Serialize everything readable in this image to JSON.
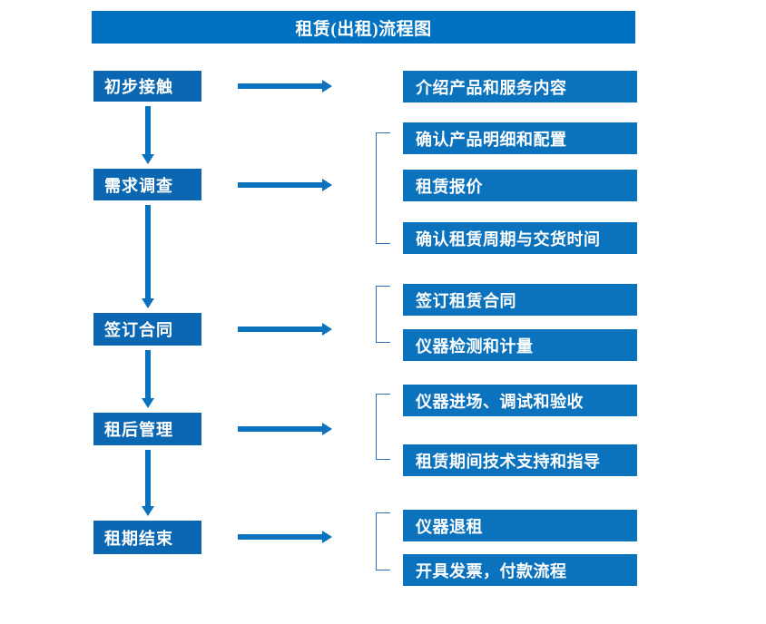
{
  "diagram": {
    "title": "租赁(出租)流程图",
    "accent_color": "#0B72BE",
    "title_bar_color": "#0071C1",
    "bracket_color": "#2E74B5",
    "stages": [
      {
        "label": "初步接触"
      },
      {
        "label": "需求调查"
      },
      {
        "label": "签订合同"
      },
      {
        "label": "租后管理"
      },
      {
        "label": "租期结束"
      }
    ],
    "details": [
      {
        "label": "介绍产品和服务内容"
      },
      {
        "label": "确认产品明细和配置"
      },
      {
        "label": "租赁报价"
      },
      {
        "label": "确认租赁周期与交货时间"
      },
      {
        "label": "签订租赁合同"
      },
      {
        "label": "仪器检测和计量"
      },
      {
        "label": "仪器进场、调试和验收"
      },
      {
        "label": "租赁期间技术支持和指导"
      },
      {
        "label": "仪器退租"
      },
      {
        "label": "开具发票，付款流程"
      }
    ]
  }
}
